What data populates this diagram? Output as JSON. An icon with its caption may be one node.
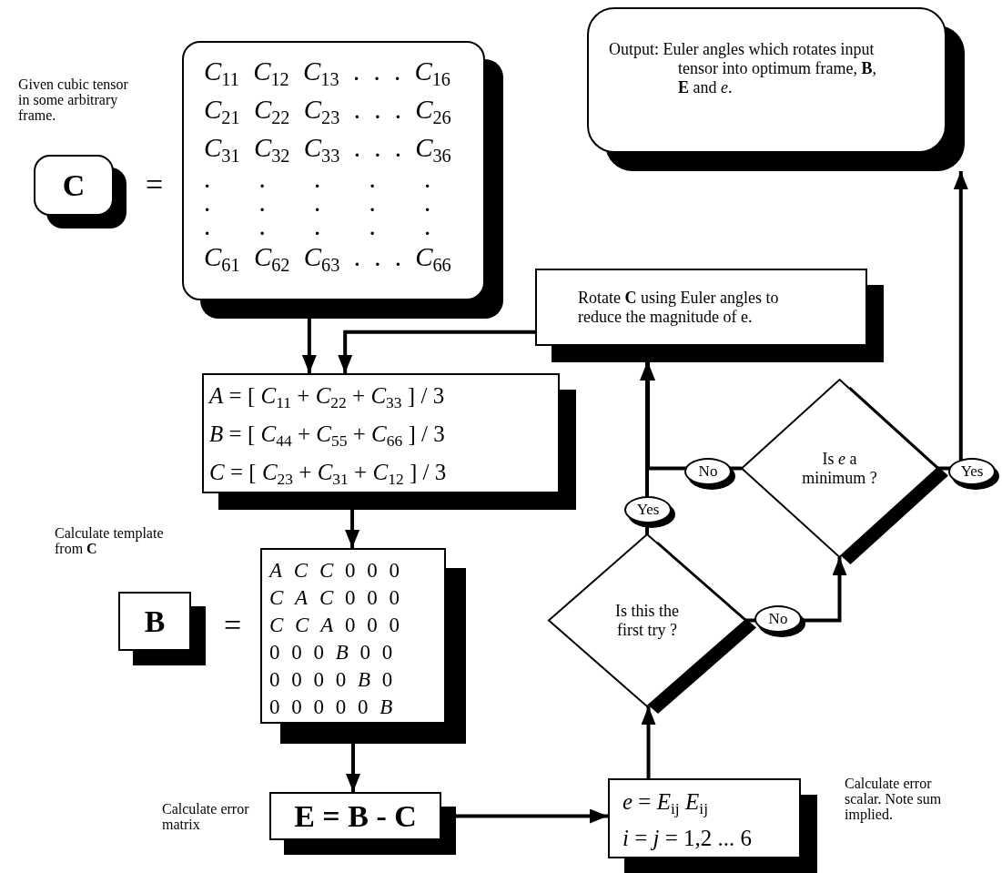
{
  "diagram": {
    "nodes": [
      {
        "text": [
          "C"
        ],
        "beside": [
          "Given cubic tensor in some arbitrary frame."
        ]
      },
      {
        "text": [
          "*C*$_{11}$ *C*$_{12}$ *C*$_{13}$ . . . *C*$_{16}$",
          "*C*$_{21}$ *C*$_{22}$ *C*$_{23}$ . . . *C*$_{26}$",
          "*C*$_{31}$ *C*$_{32}$ *C*$_{33}$ . . . *C*$_{36}$",
          ". . . . .",
          ". . . . .",
          ". . . . .",
          "*C*$_{61}$ *C*$_{62}$ *C*$_{63}$ . . . *C*$_{66}$"
        ]
      },
      {
        "text": [
          "Output: Euler angles which rotates input tensor into optimum frame, **B**, **E** and *e*."
        ]
      },
      {
        "text": [
          "Rotate **C** using Euler angles to reduce the magnitude of e."
        ]
      },
      {
        "text": [
          "*A* = [ *C*$_{11}$ + *C*$_{22}$ + *C*$_{33}$ ] / 3",
          "*B* = [ *C*$_{44}$ + *C*$_{55}$ + *C*$_{66}$ ] / 3",
          "*C* = [ *C*$_{23}$ + *C*$_{31}$ + *C*$_{12}$ ] / 3"
        ]
      },
      {
        "text": [
          "B"
        ],
        "beside": [
          "Calculate template from **C**"
        ]
      },
      {
        "text": [
          "*A* *C* *C* 0 0 0",
          "*C* *A* *C* 0 0 0",
          "*C* *C* *A* 0 0 0",
          "0 0 0 *B* 0 0",
          "0 0 0 0 *B* 0",
          "0 0 0 0 0 *B*"
        ]
      },
      {
        "text": [
          "Is this the first try ?"
        ]
      },
      {
        "text": [
          "Is *e* a minimum ?"
        ]
      },
      {
        "text": [
          "E = B - C"
        ],
        "beside": [
          "Calculate error matrix"
        ]
      },
      {
        "text": [
          "*e* = *E*$_{ij}$ *E*$_{ij}$",
          "*i* = *j* = 1,2 ... 6"
        ],
        "beside": [
          "Calculate error scalar. Note sum implied."
        ]
      }
    ],
    "edges": [
      {
        "from": 1,
        "to": 4,
        "arrow": "to"
      },
      {
        "from": 3,
        "to": 4,
        "arrow": "to"
      },
      {
        "from": 4,
        "to": 6,
        "arrow": "to"
      },
      {
        "from": 6,
        "to": 9,
        "arrow": "to"
      },
      {
        "from": 9,
        "to": 10,
        "arrow": "to"
      },
      {
        "from": 10,
        "to": 7,
        "arrow": "to"
      },
      {
        "from": 7,
        "to": 3,
        "label": "Yes",
        "arrow": "to"
      },
      {
        "from": 7,
        "to": 8,
        "label": "No",
        "arrow": "to"
      },
      {
        "from": 8,
        "to": 3,
        "label": "No",
        "arrow": "to"
      },
      {
        "from": 8,
        "to": 2,
        "label": "Yes",
        "arrow": "to"
      }
    ],
    "labels": [
      "=",
      "="
    ]
  }
}
